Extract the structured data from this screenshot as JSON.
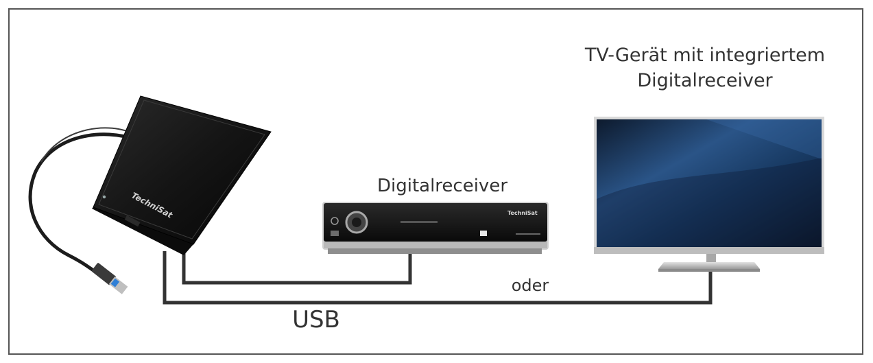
{
  "labels": {
    "tv_line1": "TV-Gerät mit integriertem",
    "tv_line2": "Digitalreceiver",
    "receiver": "Digitalreceiver",
    "oder": "oder",
    "usb": "USB"
  },
  "devices": {
    "hdd_brand": "TechniSat",
    "receiver_brand": "TechniSat"
  },
  "colors": {
    "cable": "#333333",
    "frame": "#555555",
    "usb_plug_blue": "#2f7fd6",
    "tv_screen": "#1f3f6b"
  },
  "icons": {
    "hdd": "external-hard-drive-icon",
    "receiver": "set-top-box-icon",
    "tv": "flat-tv-icon"
  }
}
